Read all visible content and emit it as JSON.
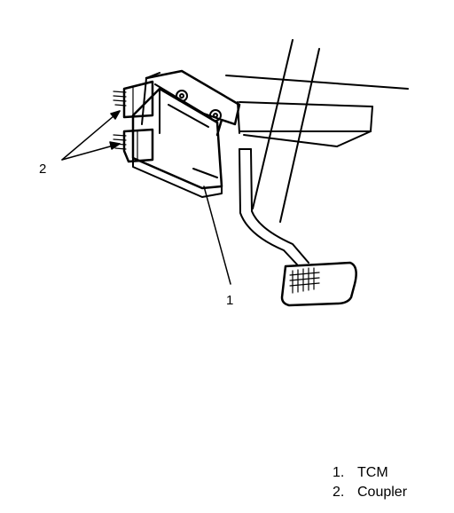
{
  "callouts": [
    {
      "id": "1",
      "label": "1"
    },
    {
      "id": "2",
      "label": "2"
    }
  ],
  "legend": [
    {
      "number": "1.",
      "text": "TCM"
    },
    {
      "number": "2.",
      "text": "Coupler"
    }
  ],
  "colors": {
    "line": "#000000",
    "background": "#ffffff"
  }
}
